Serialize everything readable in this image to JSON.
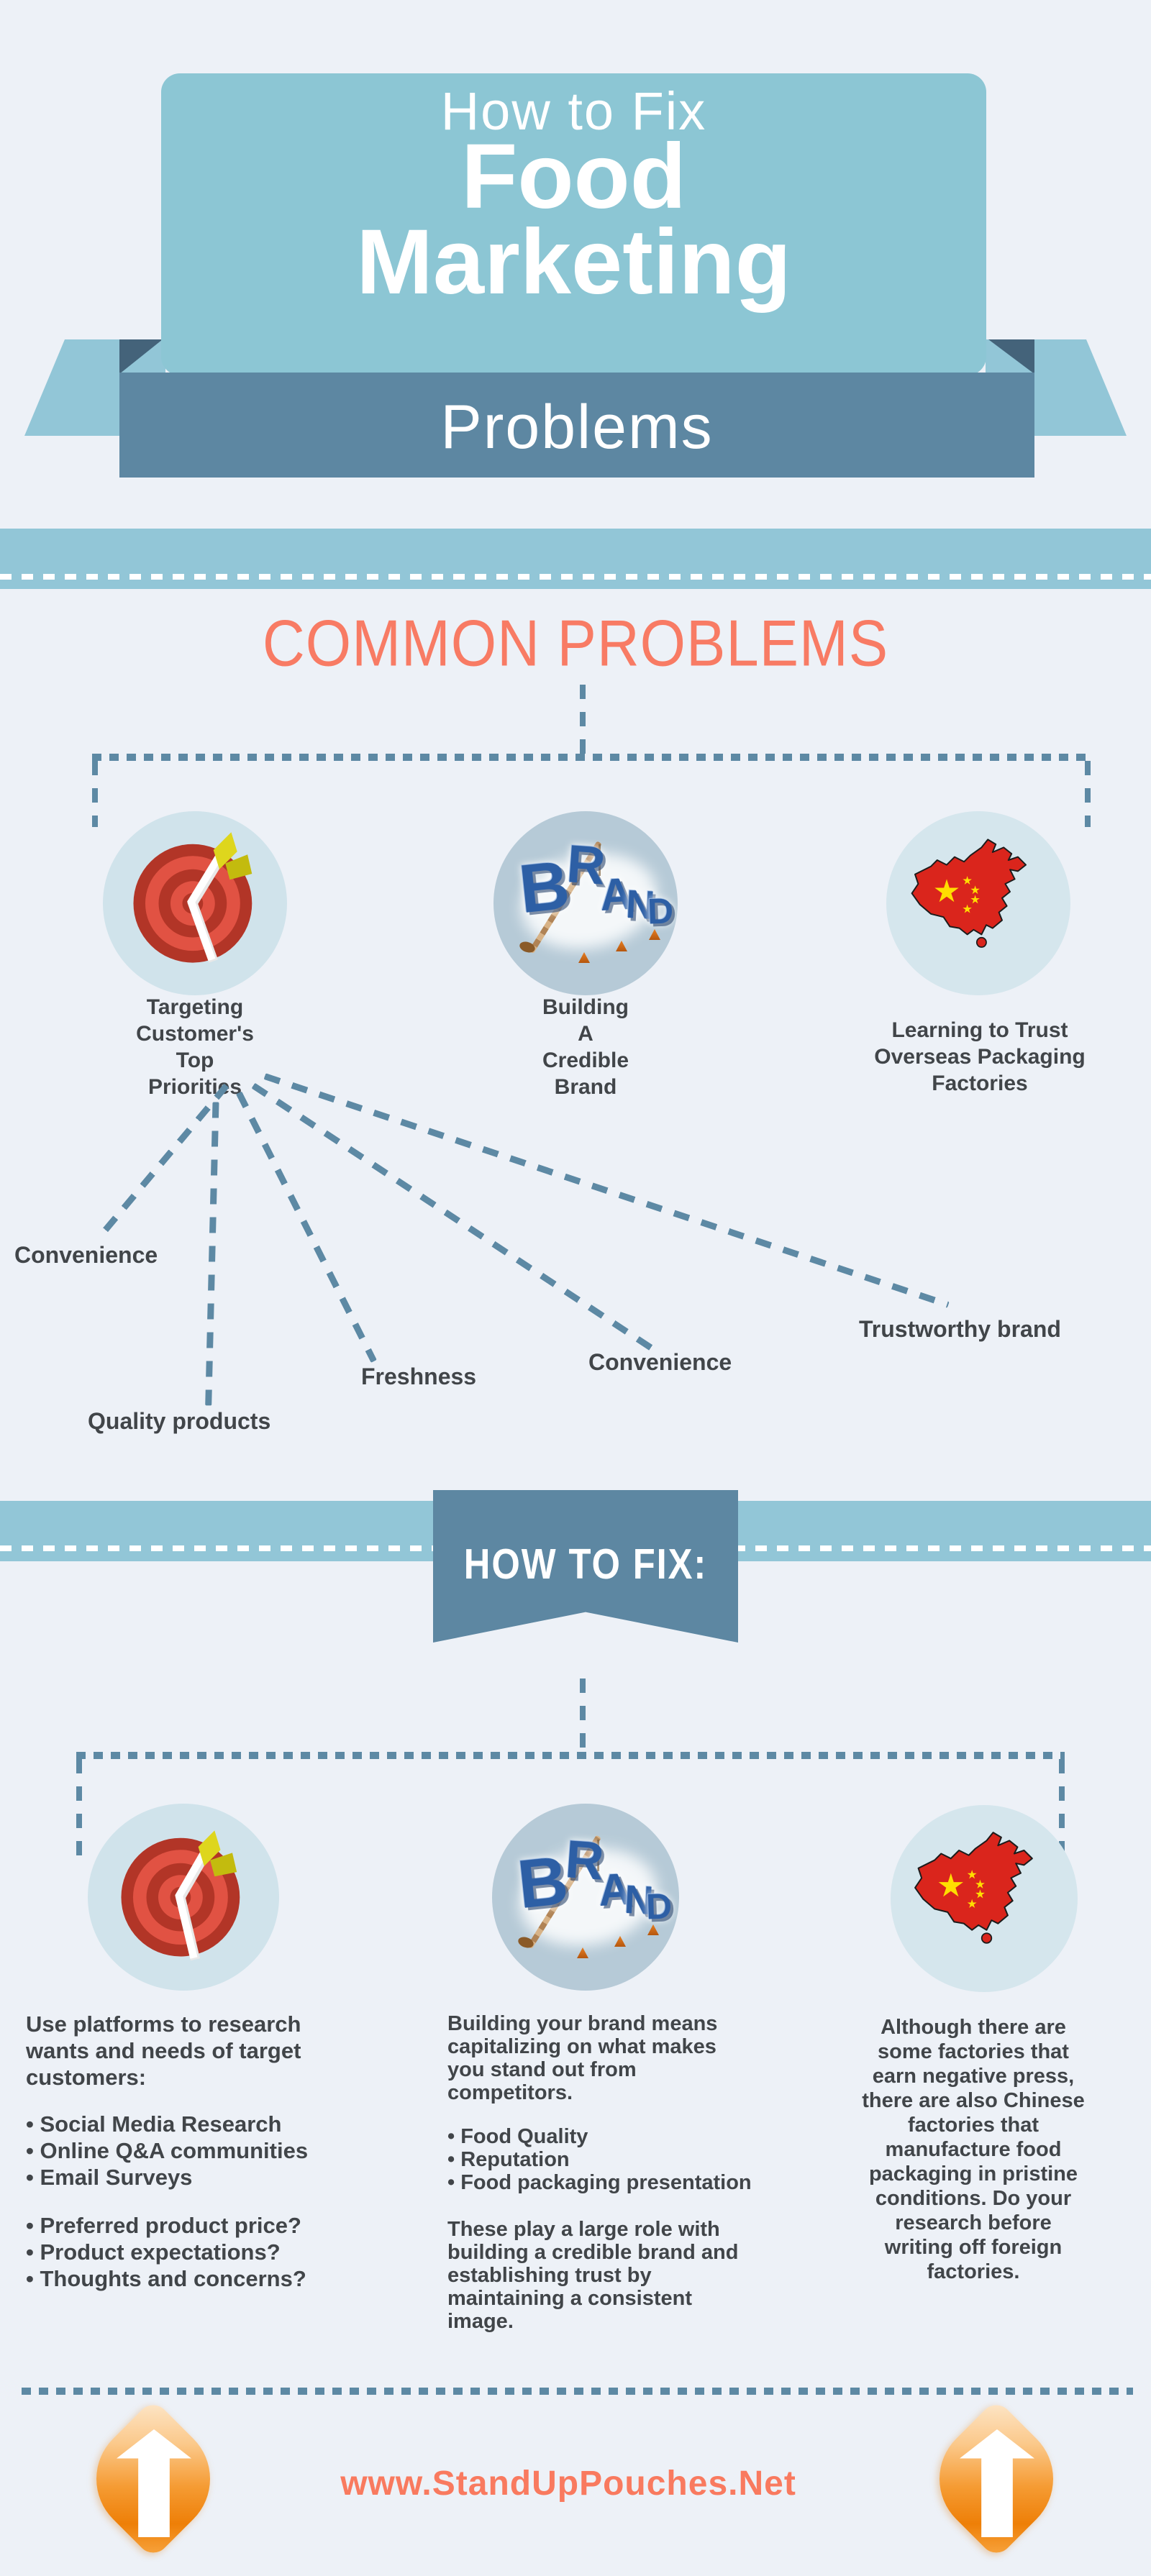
{
  "header": {
    "kicker": "How to Fix",
    "title_line1": "Food",
    "title_line2": "Marketing",
    "ribbon_label": "Problems"
  },
  "problems": {
    "heading": "COMMON PROBLEMS",
    "cards": [
      {
        "icon": "bullseye-target-icon",
        "lines": [
          "Targeting",
          "Customer's",
          "Top",
          "Priorities"
        ]
      },
      {
        "icon": "brand-3d-icon",
        "lines": [
          "Building",
          "A",
          "Credible",
          "Brand"
        ]
      },
      {
        "icon": "china-map-icon",
        "lines": [
          "Learning to Trust",
          "Overseas Packaging",
          "Factories"
        ]
      }
    ],
    "spokes": [
      "Convenience",
      "Quality products",
      "Freshness",
      "Convenience",
      "Trustworthy brand"
    ]
  },
  "fix": {
    "banner": "HOW TO FIX:",
    "col1": {
      "intro": [
        "Use platforms to research",
        "wants and needs of target",
        "customers:"
      ],
      "bullets_a": [
        "• Social Media Research",
        "• Online Q&A communities",
        "• Email Surveys"
      ],
      "bullets_b": [
        "• Preferred product price?",
        "• Product expectations?",
        "• Thoughts and concerns?"
      ]
    },
    "col2": {
      "intro": [
        "Building your brand means",
        "capitalizing on what makes",
        "you stand out from",
        "competitors."
      ],
      "bullets_a": [
        "• Food Quality",
        "• Reputation",
        "• Food packaging presentation"
      ],
      "outro": [
        "These play a large role with",
        "building a credible brand and",
        "establishing trust by",
        "maintaining a consistent",
        "image."
      ]
    },
    "col3": {
      "lines": [
        "Although there are",
        "some factories that",
        "earn negative press,",
        "there are also Chinese",
        "factories that",
        "manufacture food",
        "packaging in pristine",
        "conditions. Do your",
        "research before",
        "writing off foreign",
        "factories."
      ]
    }
  },
  "footer": {
    "url": "www.StandUpPouches.Net"
  },
  "brand_letters": [
    "B",
    "R",
    "A",
    "N",
    "D"
  ],
  "colors": {
    "background": "#edf1f7",
    "card_teal": "#8cc6d4",
    "band_blue": "#5d87a2",
    "strip_blue": "#92c6d7",
    "coral_heading": "#f87b64",
    "dash_blue": "#5d89a4",
    "text_dark": "#414549",
    "circle_light": "#d0e3eb",
    "circle_mid": "#b6cad7",
    "target_red_dark": "#b23527",
    "target_red_light": "#e15243",
    "fletch_yellow": "#d8d01c",
    "china_red": "#da251c",
    "star_yellow": "#ffde00",
    "brand_blue": "#2d5fa5",
    "arrow_orange": "#ee7f07",
    "url_coral": "#f97a5f"
  }
}
